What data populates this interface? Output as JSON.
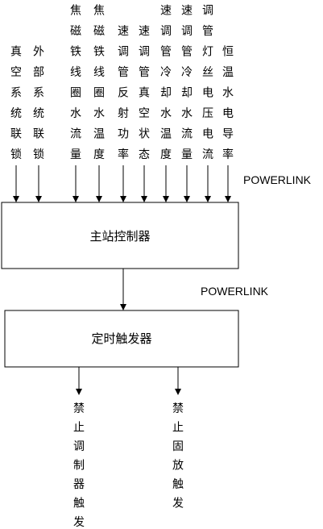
{
  "inputs": [
    {
      "id": "vacuum-system-interlock",
      "label": "真空系统联锁"
    },
    {
      "id": "external-system-interlock",
      "label": "外部系统联锁"
    },
    {
      "id": "focus-coil-water-flow",
      "label": "聚焦磁铁线圈水流量"
    },
    {
      "id": "focus-coil-water-temp",
      "label": "聚焦磁铁线圈水温度"
    },
    {
      "id": "klystron-reflected-power",
      "label": "速调管反射功率"
    },
    {
      "id": "klystron-vacuum-state",
      "label": "速调管真空状态"
    },
    {
      "id": "klystron-cooling-water-temp",
      "label": "速调管冷却水温度"
    },
    {
      "id": "klystron-cooling-water-flow",
      "label": "速调管冷却水流量"
    },
    {
      "id": "klystron-filament-voltage-current",
      "label": "速调管灯丝电压电流"
    },
    {
      "id": "constant-temp-water-conductivity",
      "label": "恒温水电导率"
    }
  ],
  "network_label_top": "POWERLINK",
  "network_label_middle": "POWERLINK",
  "master_controller": {
    "label": "主站控制器"
  },
  "timing_trigger": {
    "label": "定时触发器"
  },
  "outputs": [
    {
      "id": "inhibit-modulator-trigger",
      "label": "禁止调制器触发"
    },
    {
      "id": "inhibit-solid-state-amp-trigger",
      "label": "禁止固放触发"
    }
  ]
}
